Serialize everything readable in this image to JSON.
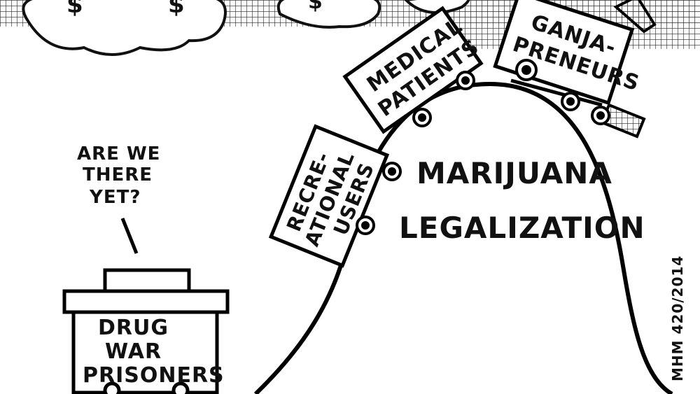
{
  "cartoon": {
    "speech_bubble": [
      "ARE WE",
      "THERE",
      "YET?"
    ],
    "caboose_label": [
      "DRUG",
      "WAR",
      "PRISONERS"
    ],
    "hill_label": [
      "MARIJUANA",
      "LEGALIZATION"
    ],
    "car_recreational": [
      "RECRE-",
      "ATIONAL",
      "USERS"
    ],
    "car_medical": [
      "MEDICAL",
      "PATIENTS"
    ],
    "engine_label": [
      "GANJA-",
      "PRENEURS"
    ],
    "signature": "MHM 420/2014",
    "cloud_symbols": [
      "$",
      "$",
      "$"
    ]
  }
}
